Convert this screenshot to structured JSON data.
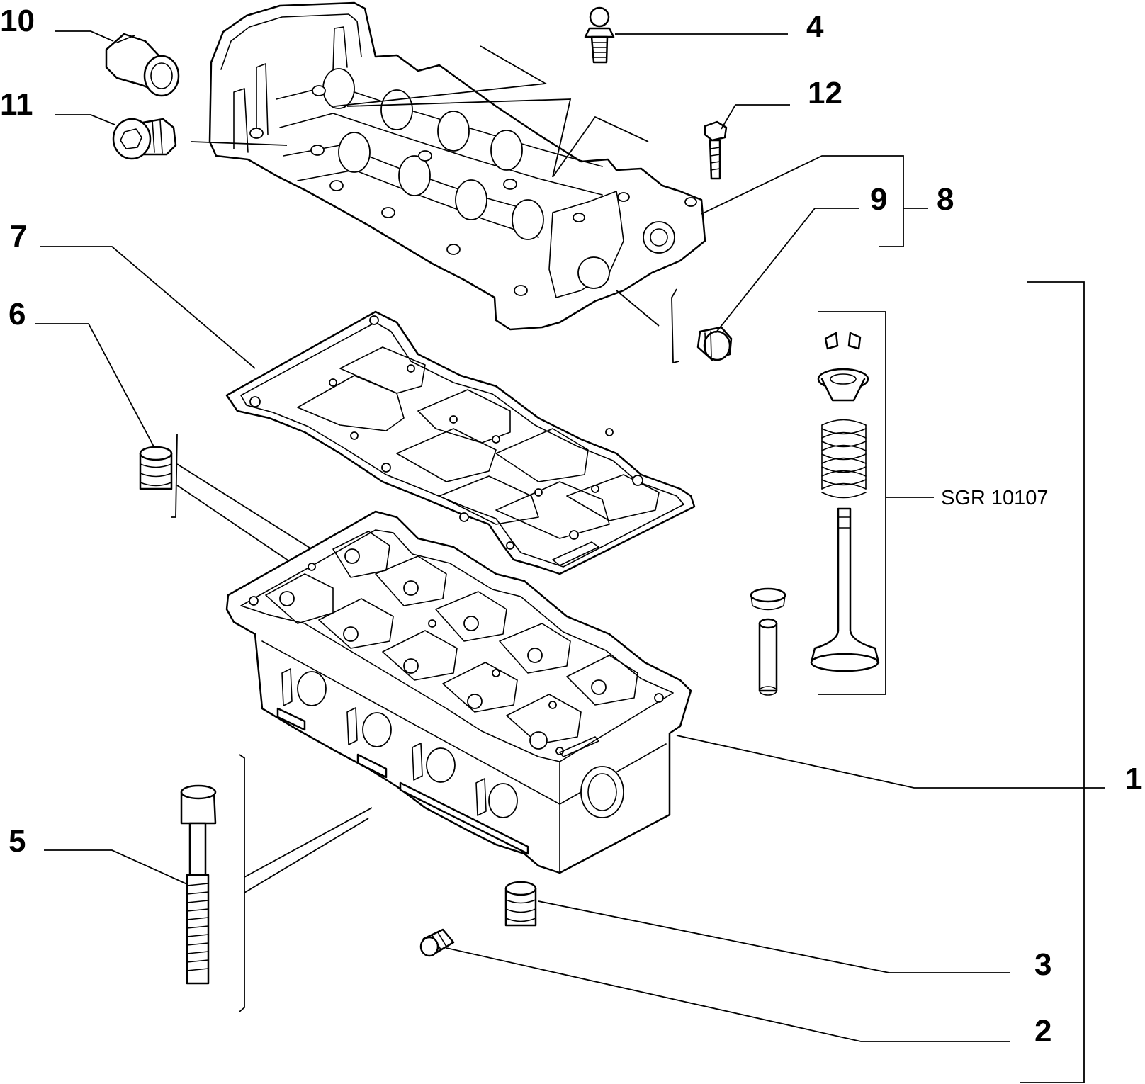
{
  "diagram": {
    "callouts": {
      "c1": "1",
      "c2": "2",
      "c3": "3",
      "c4": "4",
      "c5": "5",
      "c6": "6",
      "c7": "7",
      "c8": "8",
      "c9": "9",
      "c10": "10",
      "c11": "11",
      "c12": "12"
    },
    "reference_code": "SGR 10107"
  }
}
